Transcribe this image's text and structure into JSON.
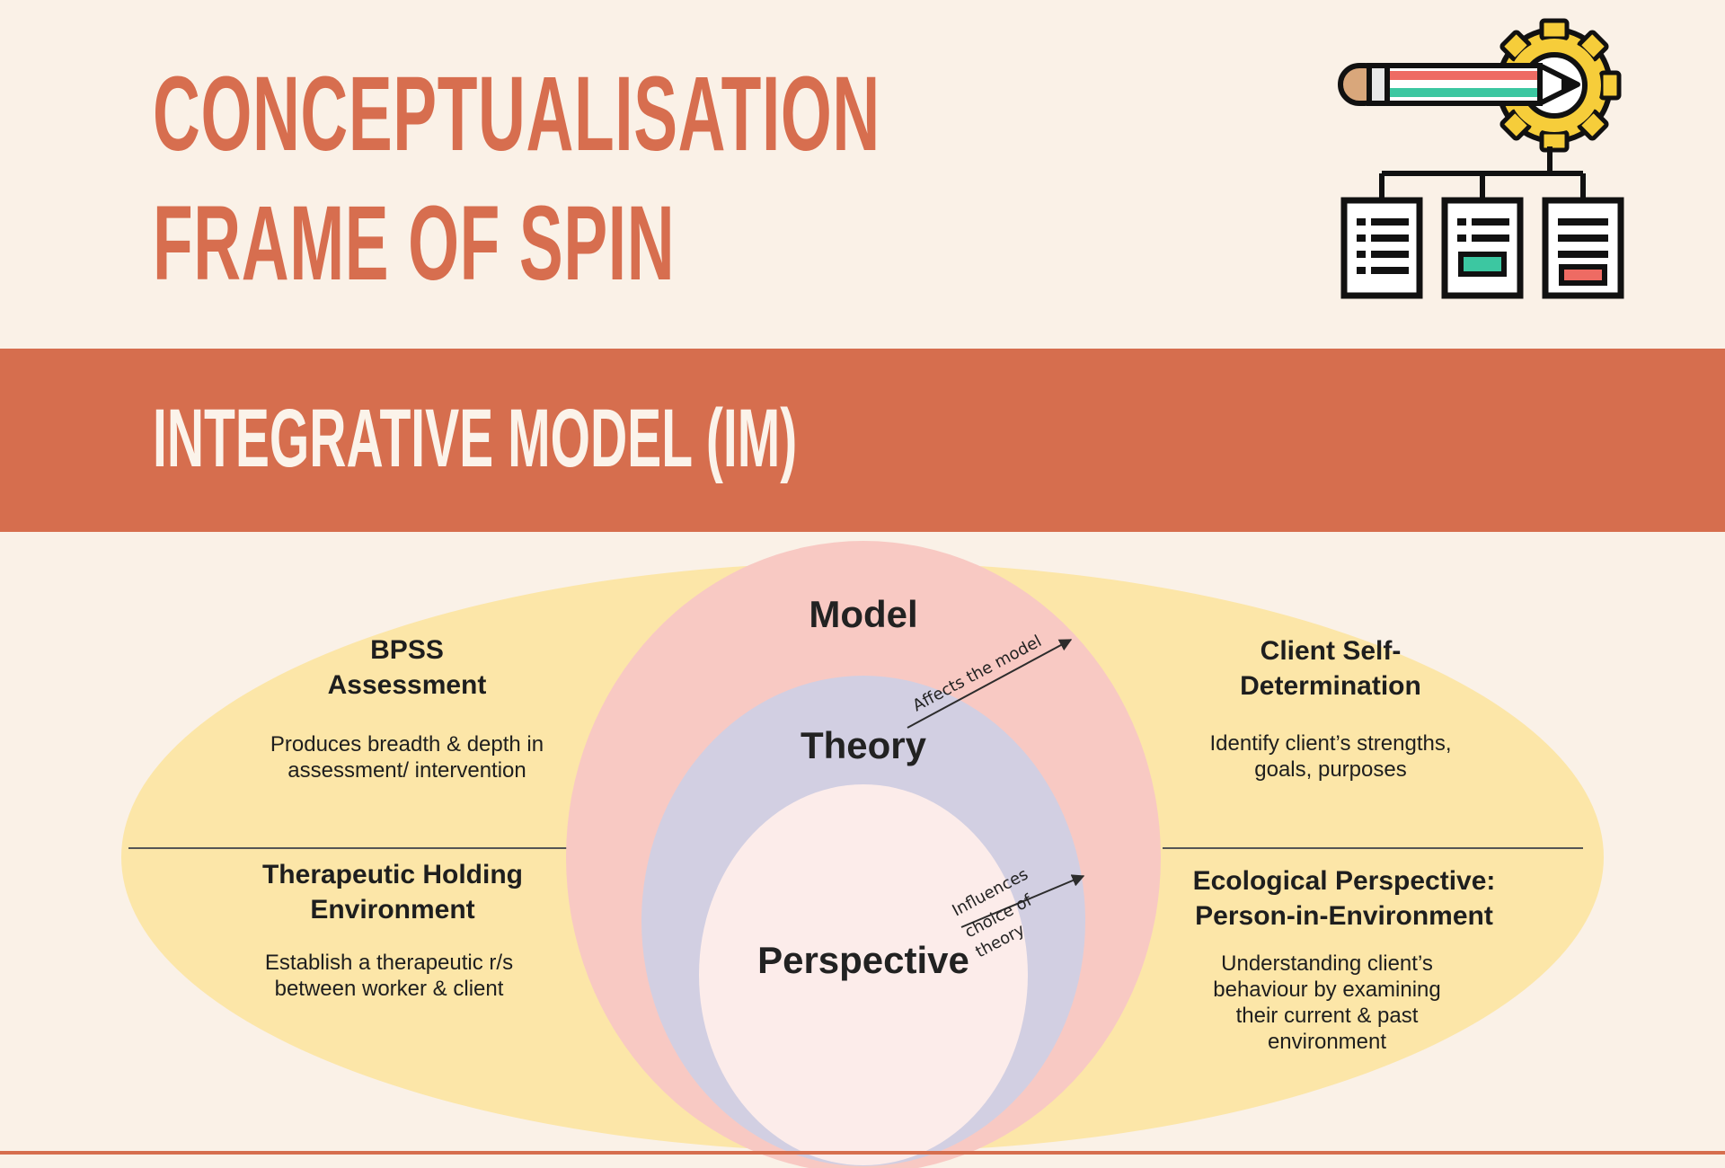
{
  "header": {
    "title_line1": "CONCEPTUALISATION",
    "title_line2": "FRAME OF SPIN"
  },
  "banner": {
    "label": "INTEGRATIVE MODEL (IM)"
  },
  "icons": {
    "header_icon": "pencil-gear-flowchart-icon"
  },
  "colors": {
    "accent": "#d66e4e",
    "background": "#faf1e7",
    "ellipse": "#fce6a8",
    "model_circle": "#f8c9c3",
    "theory_circle": "#d2cfe2",
    "perspective_circle": "#fcecea"
  },
  "diagram": {
    "circles": {
      "model": "Model",
      "theory": "Theory",
      "perspective": "Perspective"
    },
    "arrows": {
      "affects_model": "Affects the model",
      "influences_line1": "Influences",
      "influences_line2": "choice of",
      "influences_line3": "theory"
    },
    "top_left": {
      "title_line1": "BPSS",
      "title_line2": "Assessment",
      "body_line1": "Produces breadth & depth in",
      "body_line2": "assessment/ intervention"
    },
    "bottom_left": {
      "title_line1": "Therapeutic Holding",
      "title_line2": "Environment",
      "body_line1": "Establish a therapeutic r/s",
      "body_line2": "between worker & client"
    },
    "top_right": {
      "title_line1": "Client Self-",
      "title_line2": "Determination",
      "body_line1": "Identify client’s strengths,",
      "body_line2": "goals, purposes"
    },
    "bottom_right": {
      "title_line1": "Ecological Perspective:",
      "title_line2": "Person-in-Environment",
      "body_line1": "Understanding client’s",
      "body_line2": "behaviour by examining",
      "body_line3": "their current & past",
      "body_line4": "environment"
    }
  }
}
